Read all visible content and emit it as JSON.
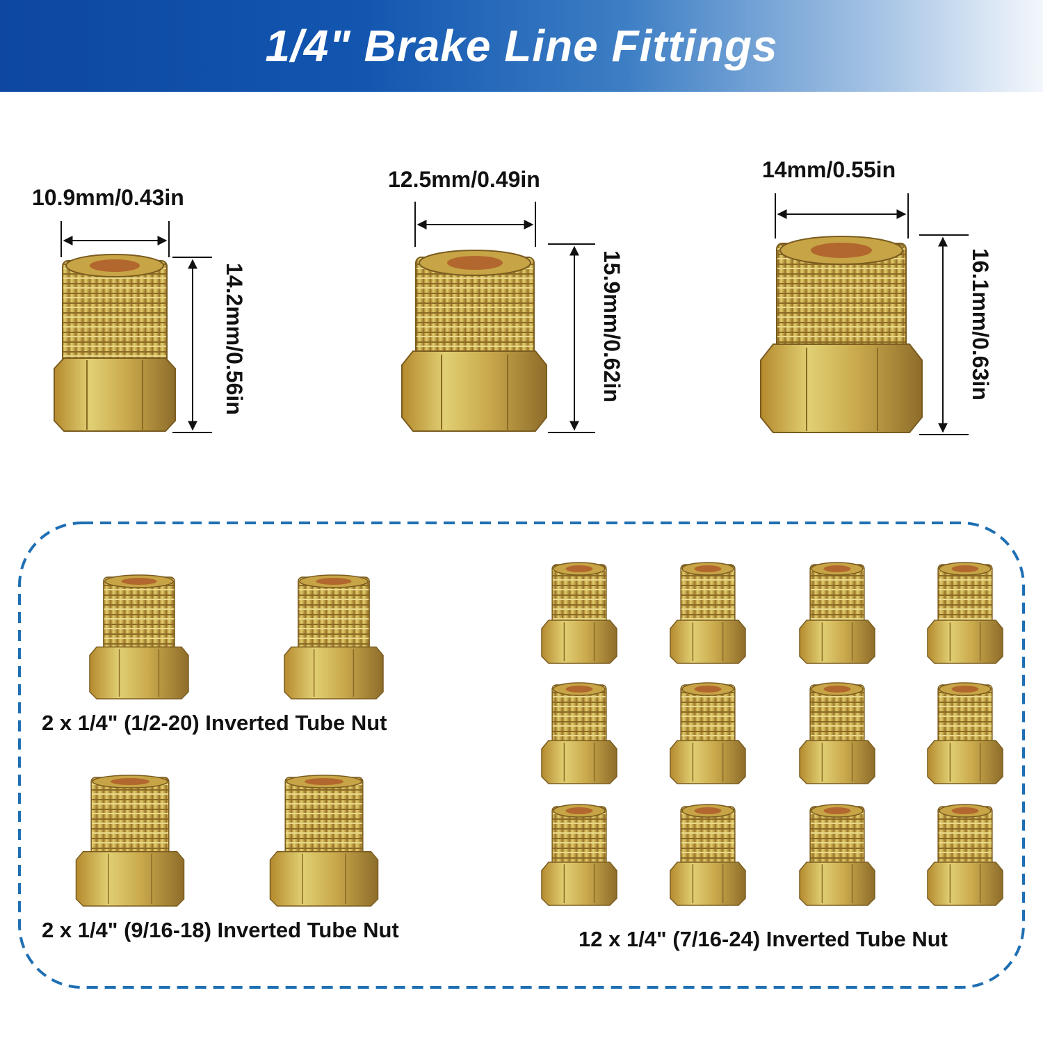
{
  "title": "1/4\" Brake Line Fittings",
  "colors": {
    "banner_start": "#0d47a1",
    "banner_end": "#f3f7fc",
    "title_text": "#ffffff",
    "dashed_border": "#1f6fb3",
    "brass_light": "#d9c46a",
    "brass_dark": "#9b7a2e"
  },
  "dimensions": [
    {
      "width_label": "10.9mm/0.43in",
      "height_label": "14.2mm/0.56in"
    },
    {
      "width_label": "12.5mm/0.49in",
      "height_label": "15.9mm/0.62in"
    },
    {
      "width_label": "14mm/0.55in",
      "height_label": "16.1mm/0.63in"
    }
  ],
  "kit": {
    "groups": [
      {
        "label": "2 x 1/4\" (1/2-20) Inverted Tube Nut",
        "count": 2
      },
      {
        "label": "2 x 1/4\" (9/16-18) Inverted Tube Nut",
        "count": 2
      },
      {
        "label": "12 x 1/4\" (7/16-24) Inverted Tube Nut",
        "count": 12
      }
    ]
  }
}
